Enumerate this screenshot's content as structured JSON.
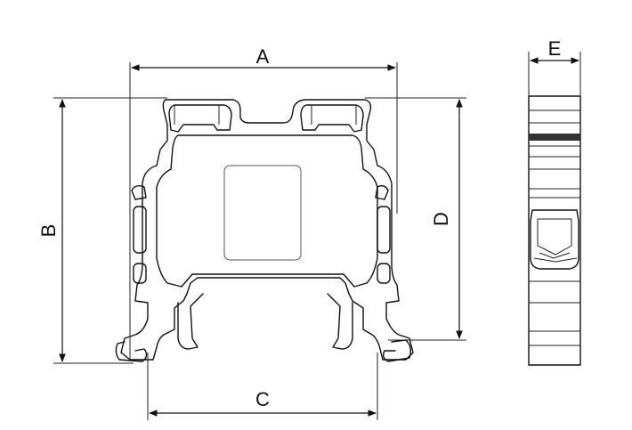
{
  "diagram": {
    "dimensions": {
      "A": "A",
      "B": "B",
      "C": "C",
      "D": "D",
      "E": "E"
    }
  }
}
